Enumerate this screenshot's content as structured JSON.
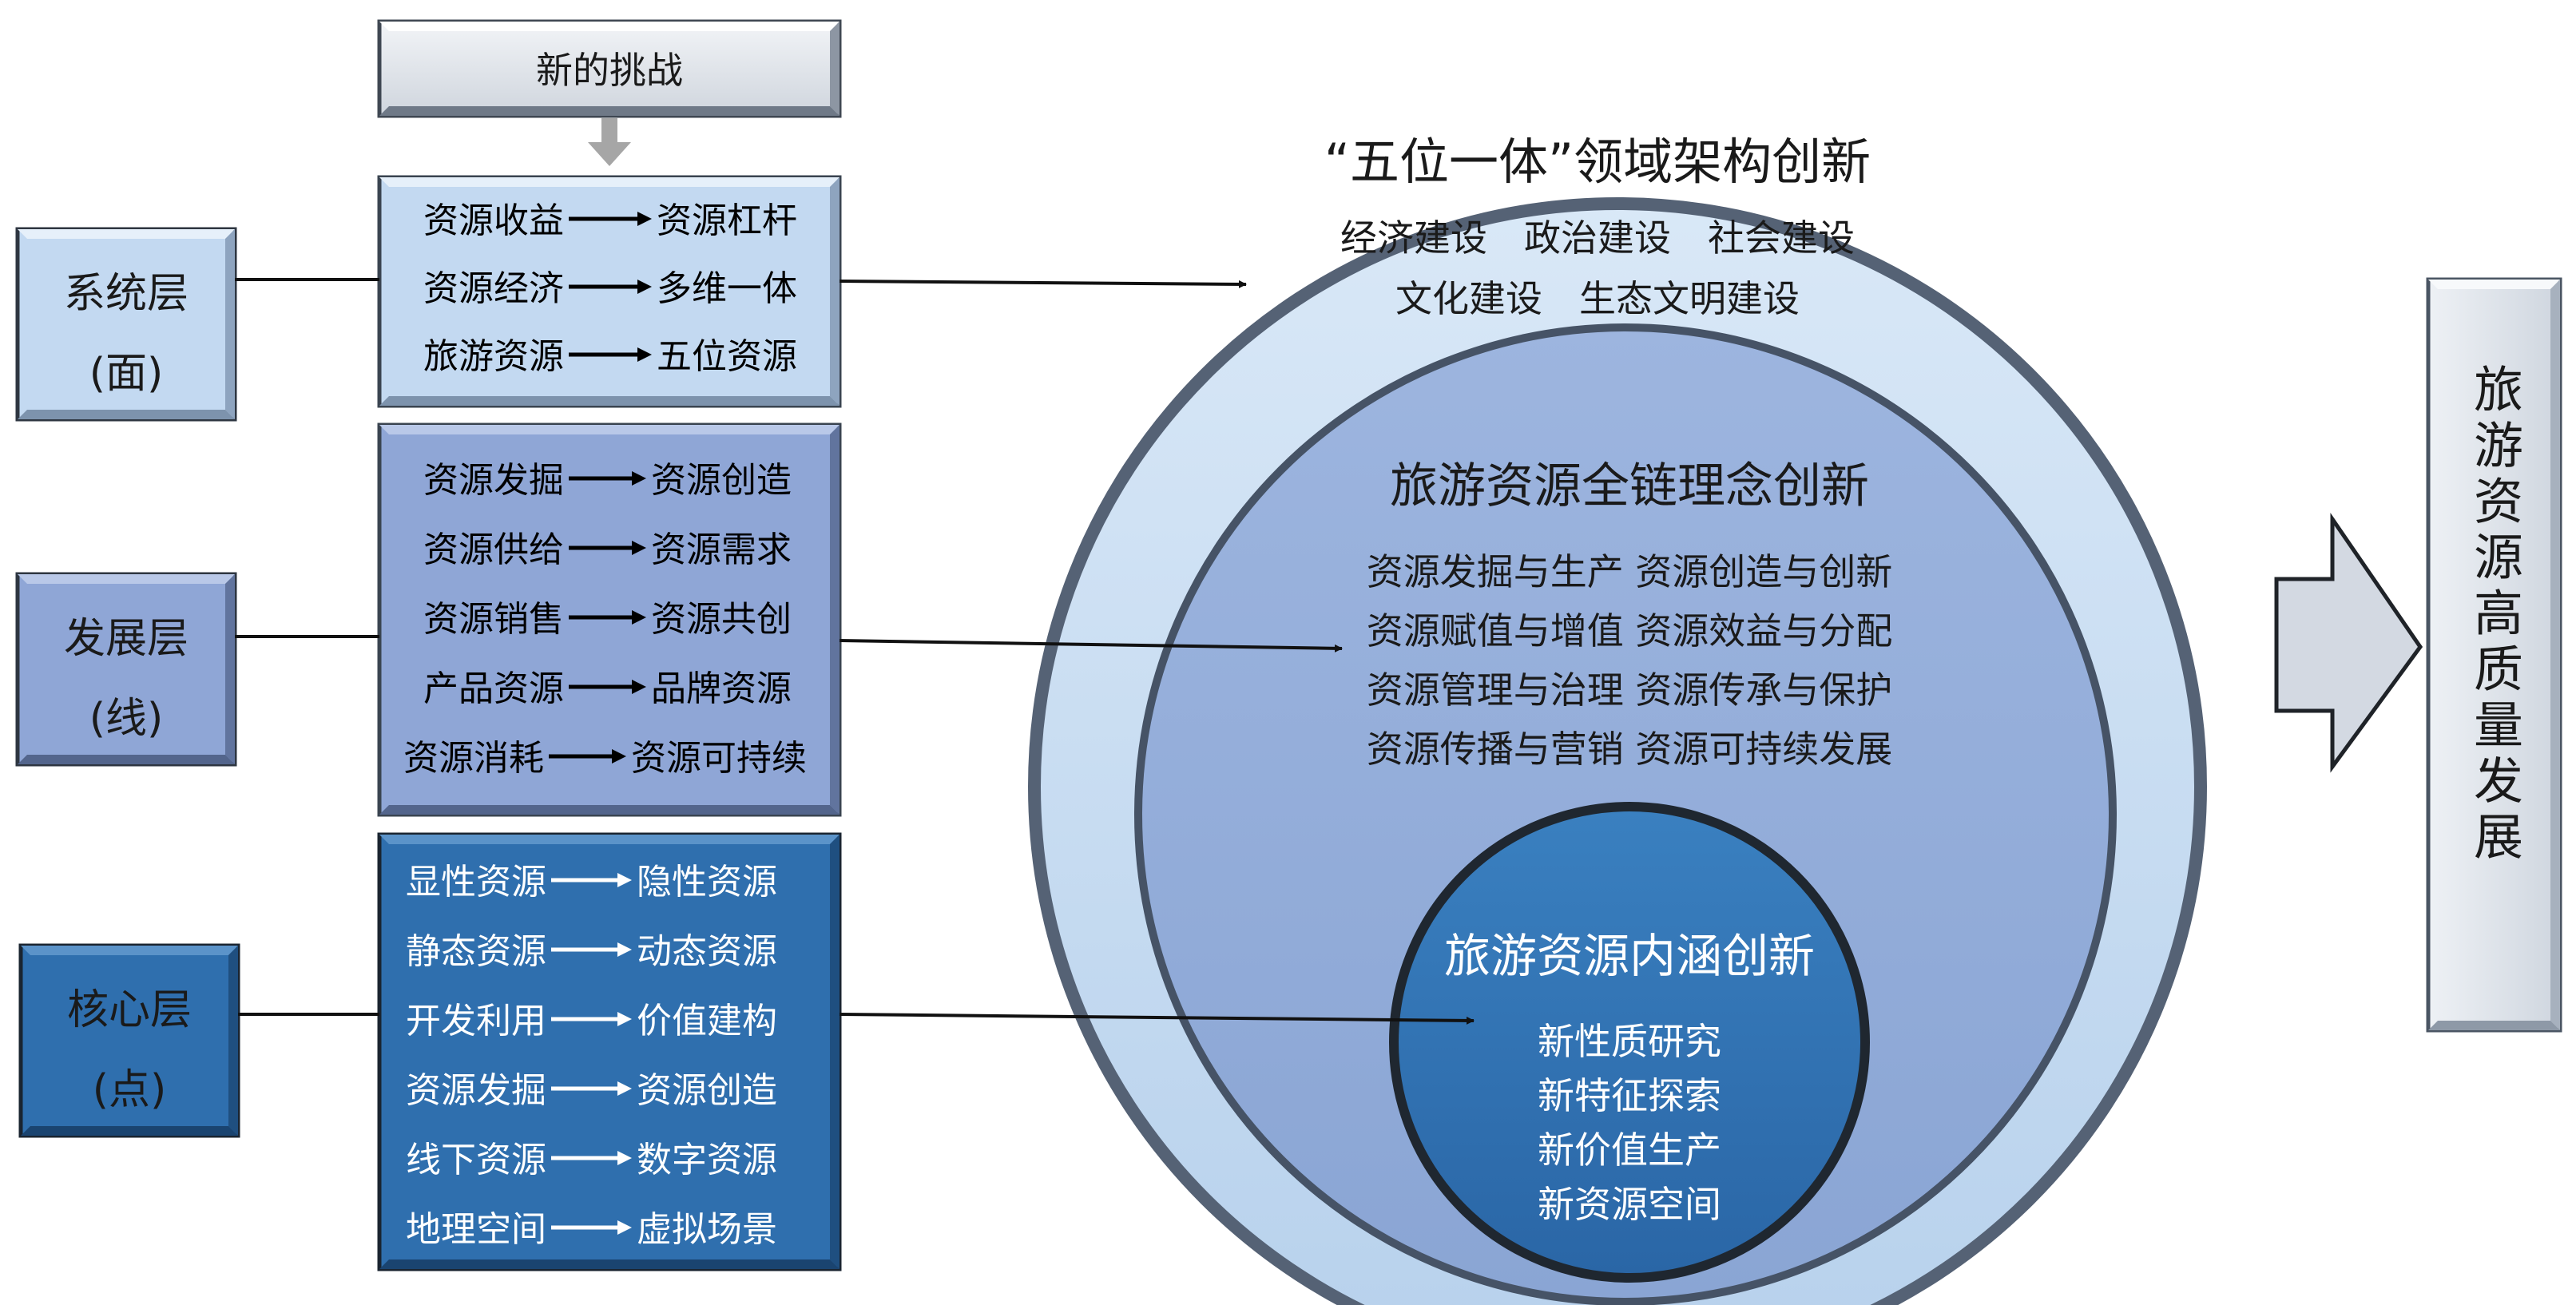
{
  "challenge": {
    "label": "新的挑战"
  },
  "layers": [
    {
      "title": "系统层",
      "subtitle": "(面)"
    },
    {
      "title": "发展层",
      "subtitle": "(线)"
    },
    {
      "title": "核心层",
      "subtitle": "(点)"
    }
  ],
  "transforms": {
    "system": [
      {
        "from": "资源收益",
        "to": "资源杠杆"
      },
      {
        "from": "资源经济",
        "to": "多维一体"
      },
      {
        "from": "旅游资源",
        "to": "五位资源"
      }
    ],
    "development": [
      {
        "from": "资源发掘",
        "to": "资源创造"
      },
      {
        "from": "资源供给",
        "to": "资源需求"
      },
      {
        "from": "资源销售",
        "to": "资源共创"
      },
      {
        "from": "产品资源",
        "to": "品牌资源"
      },
      {
        "from": "资源消耗",
        "to": "资源可持续"
      }
    ],
    "core": [
      {
        "from": "显性资源",
        "to": "隐性资源"
      },
      {
        "from": "静态资源",
        "to": "动态资源"
      },
      {
        "from": "开发利用",
        "to": "价值建构"
      },
      {
        "from": "资源发掘",
        "to": "资源创造"
      },
      {
        "from": "线下资源",
        "to": "数字资源"
      },
      {
        "from": "地理空间",
        "to": "虚拟场景"
      }
    ]
  },
  "circles": {
    "outer": {
      "title": "“五位一体”领域架构创新",
      "lines": [
        "经济建设　政治建设　社会建设",
        "文化建设　生态文明建设"
      ]
    },
    "middle": {
      "title": "旅游资源全链理念创新",
      "lines": [
        "资源发掘与生产  资源创造与创新",
        "资源赋值与增值  资源效益与分配",
        "资源管理与治理  资源传承与保护",
        "资源传播与营销  资源可持续发展"
      ]
    },
    "inner": {
      "title": "旅游资源内涵创新",
      "lines": [
        "新性质研究",
        "新特征探索",
        "新价值生产",
        "新资源空间"
      ]
    }
  },
  "goal": {
    "label": "旅游资源高质量发展"
  },
  "colors": {
    "outer_circle": "#c6dcf1",
    "middle_circle": "#8fa9d6",
    "inner_circle": "#2f74b5",
    "system_box": "#c3d9f1",
    "development_box": "#8fa6d6",
    "core_box": "#2f6fae",
    "border": "#3f4b5a"
  }
}
